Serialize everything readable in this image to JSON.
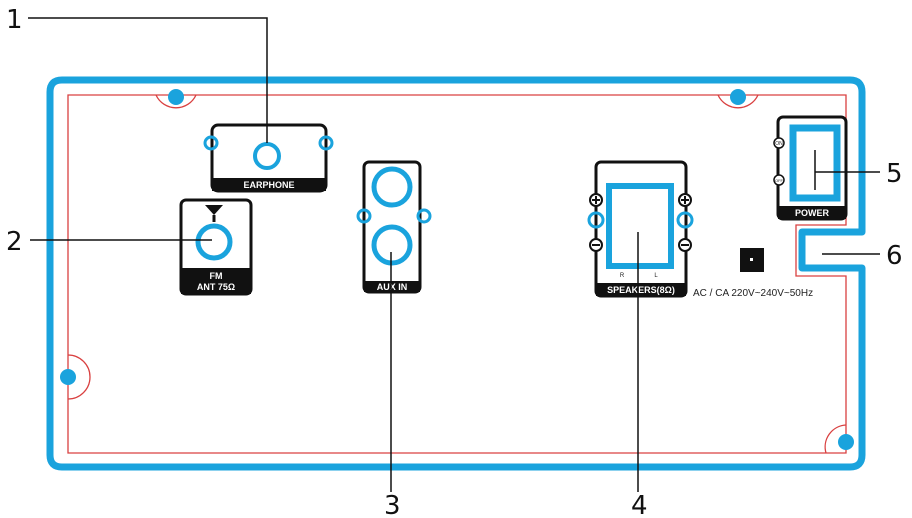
{
  "callouts": {
    "c1": "1",
    "c2": "2",
    "c3": "3",
    "c4": "4",
    "c5": "5",
    "c6": "6"
  },
  "labels": {
    "earphone": "EARPHONE",
    "fm_line1": "FM",
    "fm_line2": "ANT 75Ω",
    "aux_in": "AUX IN",
    "speakers": "SPEAKERS(8Ω)",
    "spk_r": "R",
    "spk_l": "L",
    "on": "ON",
    "off": "OFF",
    "power": "POWER",
    "ac": "AC / CA 220V~240V~50Hz"
  },
  "colors": {
    "accent": "#1aa3dd",
    "frame": "#111111",
    "inner_line": "#d94040"
  }
}
